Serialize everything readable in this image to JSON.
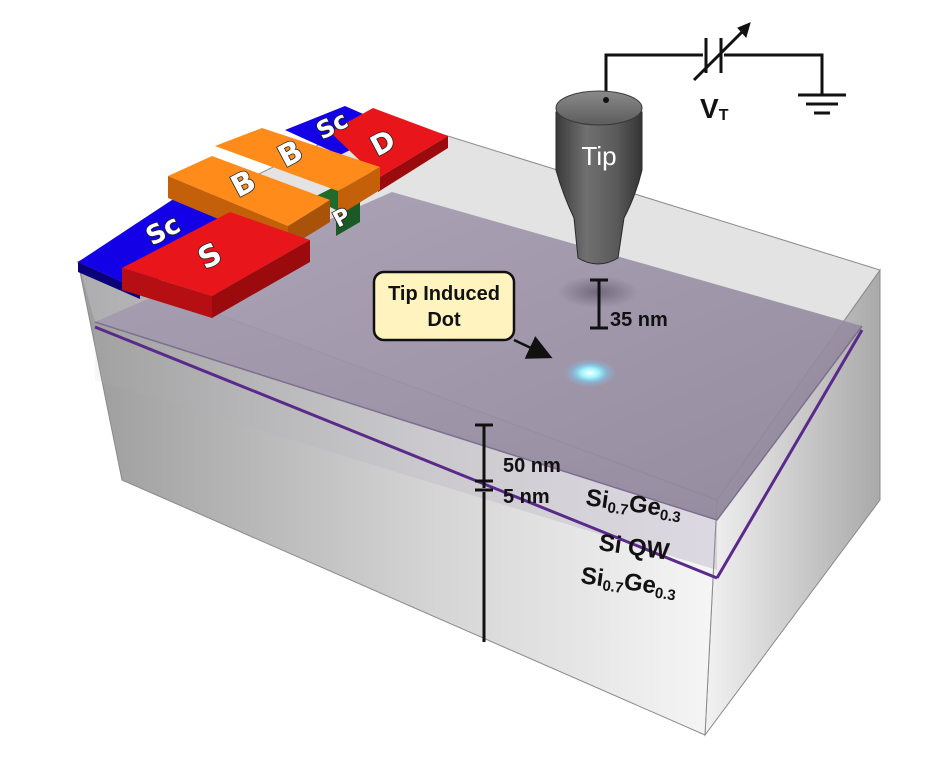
{
  "gates": {
    "sc_left": "Sc",
    "source": "S",
    "barrier_1": "B",
    "barrier_2": "B",
    "sc_right": "Sc",
    "drain": "D",
    "plunger": "P"
  },
  "tip": {
    "label": "Tip",
    "voltage_main": "V",
    "voltage_sub": "T",
    "height": "35 nm"
  },
  "callout": {
    "line1": "Tip Induced",
    "line2": "Dot"
  },
  "dimensions": {
    "top_layer": "50 nm",
    "well": "5 nm"
  },
  "layers": {
    "top": {
      "main": "Si",
      "sub1": "0.7",
      "mid": "Ge",
      "sub2": "0.3"
    },
    "well": "Si QW",
    "bottom": {
      "main": "Si",
      "sub1": "0.7",
      "mid": "Ge",
      "sub2": "0.3"
    }
  },
  "colors": {
    "sc_gate": "#1400e6",
    "source_drain": "#e8161a",
    "barrier": "#ff8c1a",
    "plunger": "#1e6b2c",
    "dot_glow": "#7fffff",
    "quantum_well": "#5a2a8a"
  }
}
